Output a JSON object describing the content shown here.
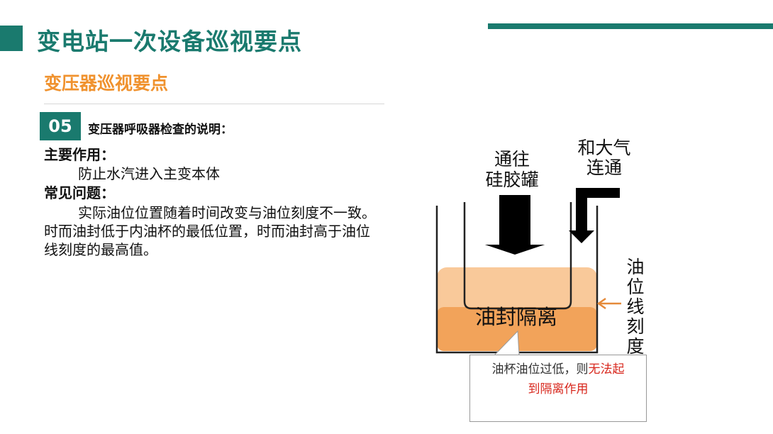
{
  "header": {
    "title": "变电站一次设备巡视要点"
  },
  "section": {
    "title": "变压器巡视要点"
  },
  "item": {
    "number": "05",
    "heading": "变压器呼吸器检查的说明："
  },
  "content": {
    "function_label": "主要作用：",
    "function_text": "防止水汽进入主变本体",
    "issue_label": "常见问题：",
    "issue_lines": [
      "实际油位位置随着时间改变与油位刻度不一致。",
      "时而油封低于内油杯的最低位置，时而油封高于油位",
      "线刻度的最高值。"
    ]
  },
  "diagram": {
    "label_to_silica": [
      "通往",
      "硅胶罐"
    ],
    "label_to_air": [
      "和大气",
      "连通"
    ],
    "label_oil_seal": "油封隔离",
    "label_oil_level": [
      "油",
      "位",
      "线",
      "刻",
      "度"
    ],
    "callout_normal_1": "油杯油位过低，则",
    "callout_red_1": "无法起",
    "callout_red_2": "到隔离作用"
  },
  "colors": {
    "brand": "#1a7a6e",
    "accent": "#f0922e",
    "warning": "#d8281e",
    "oil": "#f4a860"
  }
}
